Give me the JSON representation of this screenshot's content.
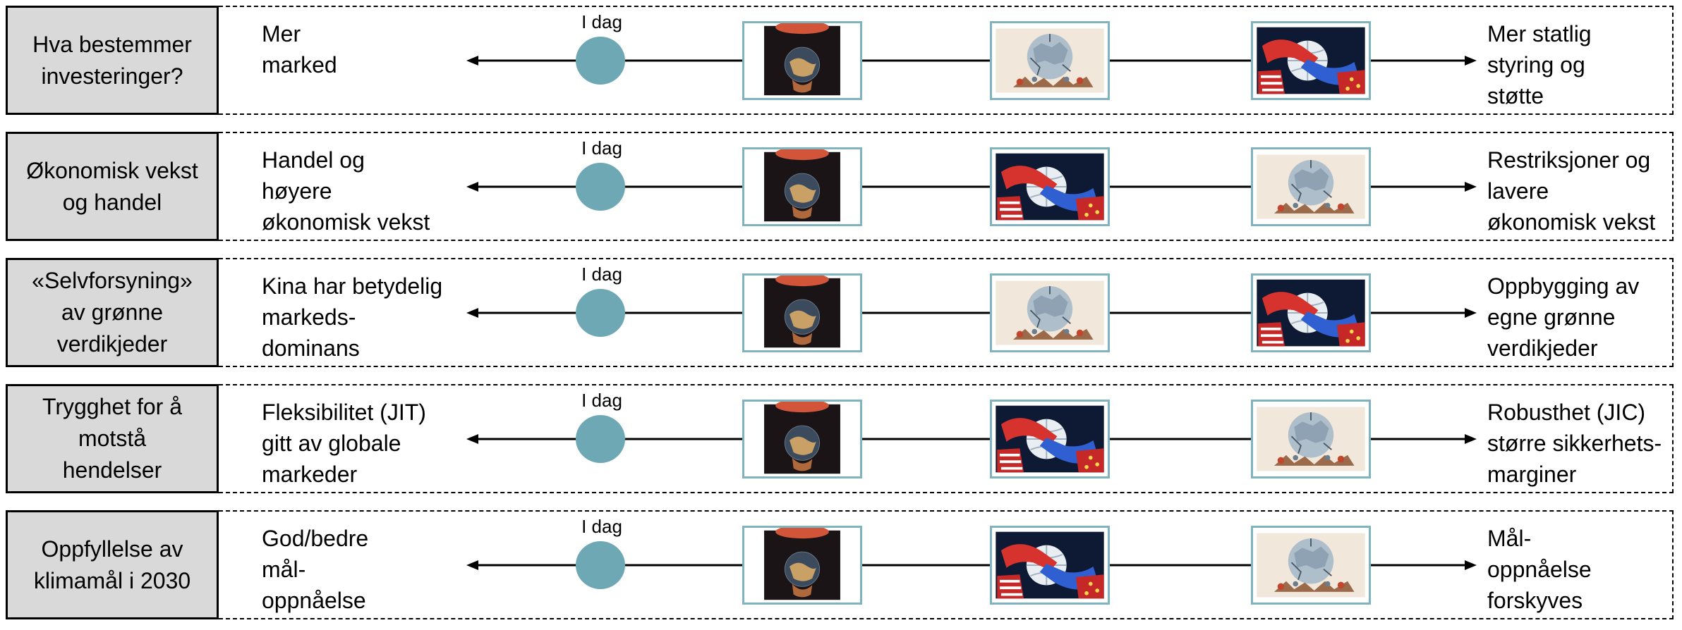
{
  "today_label": "I dag",
  "rows": [
    {
      "label": "Hva bestemmer\ninvesteringer?",
      "left": "Mer\nmarked",
      "right": "Mer statlig\nstyring og\nstøtte",
      "scenarios": [
        "planet-image",
        "crumbling-globe-image",
        "handshake-image"
      ]
    },
    {
      "label": "Økonomisk vekst\nog handel",
      "left": "Handel og\nhøyere\nøkonomisk vekst",
      "right": "Restriksjoner og\nlavere\nøkonomisk vekst",
      "scenarios": [
        "planet-image",
        "handshake-image",
        "crumbling-globe-image"
      ]
    },
    {
      "label": "«Selvforsyning»\nav grønne\nverdikjeder",
      "left": "Kina har betydelig\nmarkeds-\ndominans",
      "right": "Oppbygging av\negne grønne\nverdikjeder",
      "scenarios": [
        "planet-image",
        "crumbling-globe-image",
        "handshake-image"
      ]
    },
    {
      "label": "Trygghet for å\nmotstå\nhendelser",
      "left": "Fleksibilitet (JIT)\ngitt av globale\nmarkeder",
      "right": "Robusthet (JIC)\nstørre sikkerhets-\nmarginer",
      "scenarios": [
        "planet-image",
        "handshake-image",
        "crumbling-globe-image"
      ]
    },
    {
      "label": "Oppfyllelse av\nklimamål i 2030",
      "left": "God/bedre\nmål-\noppnåelse",
      "right": "Mål-\noppnåelse\nforskyves",
      "scenarios": [
        "planet-image",
        "handshake-image",
        "crumbling-globe-image"
      ]
    }
  ],
  "colors": {
    "label_bg": "#d9d9d9",
    "marker": "#6ea8b4",
    "thumb_border": "#7fb3bf"
  }
}
